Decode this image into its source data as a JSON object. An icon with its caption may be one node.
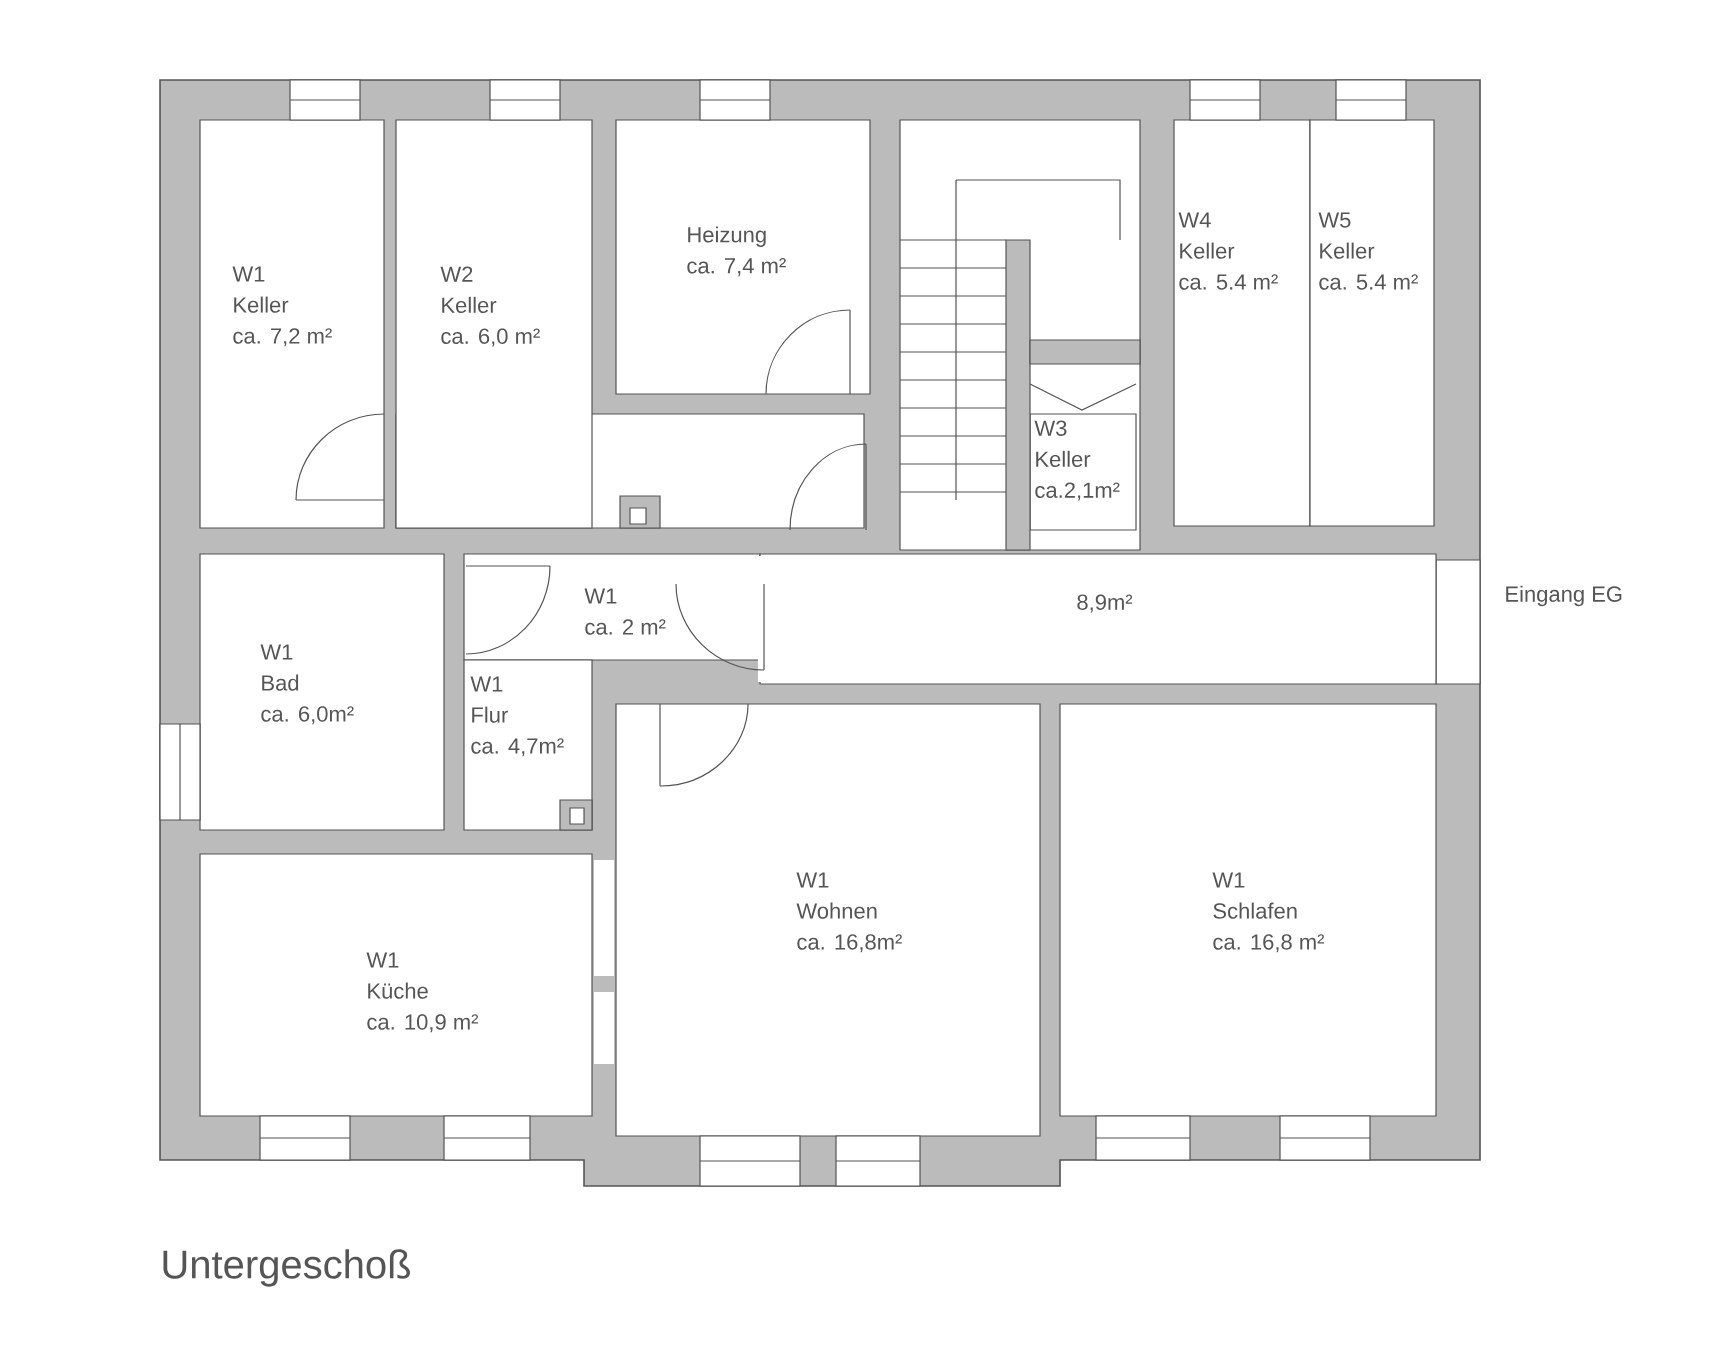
{
  "diagram": {
    "caption": "Untergeschoß",
    "nodes": [
      {
        "text": [
          "W1",
          "Keller",
          "ca. 7,2 m²"
        ]
      },
      {
        "text": [
          "W2",
          "Keller",
          "ca. 6,0 m²"
        ]
      },
      {
        "text": [
          "Heizung",
          "ca. 7,4 m²"
        ]
      },
      {
        "text": [
          "W3",
          "Keller",
          "ca.2,1m²"
        ]
      },
      {
        "text": [
          "W4",
          "Keller",
          "ca. 5.4 m²"
        ]
      },
      {
        "text": [
          "W5",
          "Keller",
          "ca. 5.4 m²"
        ]
      },
      {
        "text": [
          "W1",
          "ca. 2 m²"
        ]
      },
      {
        "text": [
          "8,9m²"
        ]
      },
      {
        "text": [
          "W1",
          "Bad",
          "ca. 6,0m²"
        ]
      },
      {
        "text": [
          "W1",
          "Flur",
          "ca. 4,7m²"
        ]
      },
      {
        "text": [
          "W1",
          "Wohnen",
          "ca. 16,8m²"
        ]
      },
      {
        "text": [
          "W1",
          "Schlafen",
          "ca. 16,8 m²"
        ]
      },
      {
        "text": [
          "W1",
          "Küche",
          "ca. 10,9 m²"
        ]
      }
    ],
    "labels": [
      "Eingang EG"
    ]
  }
}
